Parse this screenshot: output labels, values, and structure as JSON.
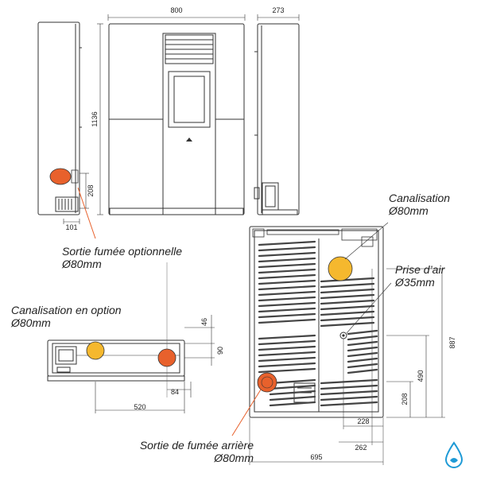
{
  "front_view": {
    "width_label": "800",
    "height_label": "1136",
    "depth_label": "273",
    "flue_offset_label": "101",
    "flue_height_label": "208"
  },
  "top_view": {
    "spacing_top_label": "46",
    "spacing_mid_label": "90",
    "offset_label": "84",
    "width_label": "520"
  },
  "rear_view": {
    "total_height_label": "887",
    "intake_height_label": "490",
    "outlet_height_label": "208",
    "intake_offset_label": "228",
    "outlet_offset_label": "262",
    "total_width_label": "695"
  },
  "callouts": {
    "canalisation": {
      "title": "Canalisation",
      "size": "Ø80mm"
    },
    "sortie_optionnelle": {
      "title": "Sortie fumée optionnelle",
      "size": "Ø80mm"
    },
    "canalisation_option": {
      "title": "Canalisation en option",
      "size": "Ø80mm"
    },
    "prise_air": {
      "title": "Prise d’air",
      "size": "Ø35mm"
    },
    "sortie_arriere": {
      "title": "Sortie de fumée arrière",
      "size": "Ø80mm"
    }
  },
  "colors": {
    "outlet_orange": "#e8612c",
    "canalisation_yellow": "#f5b82e",
    "line": "#333333",
    "logo_blue": "#1e9ad6"
  }
}
